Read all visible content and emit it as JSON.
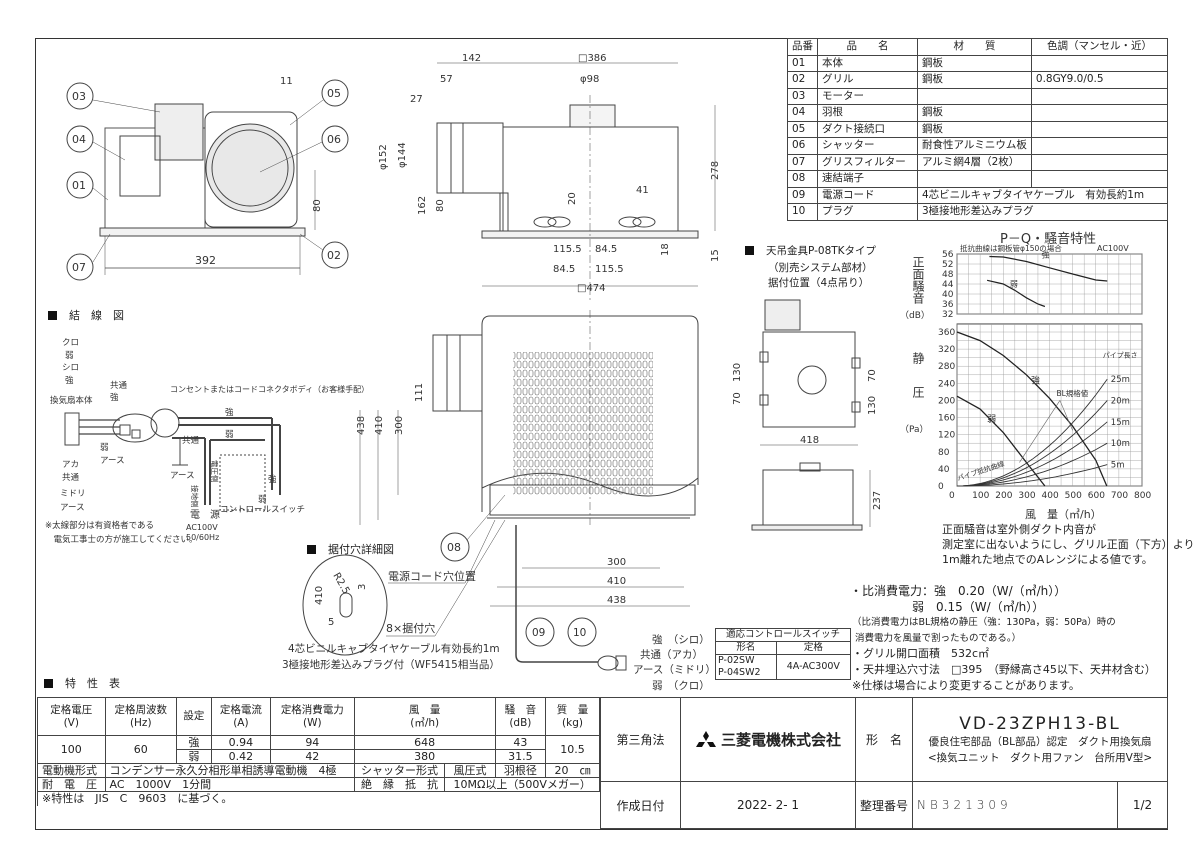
{
  "parts_table": {
    "headers": [
      "品番",
      "品　　名",
      "材　　質",
      "色調（マンセル・近）"
    ],
    "rows": [
      [
        "01",
        "本体",
        "鋼板",
        ""
      ],
      [
        "02",
        "グリル",
        "鋼板",
        "0.8GY9.0/0.5"
      ],
      [
        "03",
        "モーター",
        "",
        ""
      ],
      [
        "04",
        "羽根",
        "鋼板",
        ""
      ],
      [
        "05",
        "ダクト接続口",
        "鋼板",
        ""
      ],
      [
        "06",
        "シャッター",
        "耐食性アルミニウム板",
        ""
      ],
      [
        "07",
        "グリスフィルター",
        "アルミ網4層（2枚）",
        ""
      ],
      [
        "08",
        "速結端子",
        "",
        ""
      ],
      [
        "09",
        "電源コード",
        "4芯ビニルキャブタイヤケーブル　有効長約1m",
        ""
      ],
      [
        "10",
        "プラグ",
        "3極接地形差込みプラグ",
        ""
      ]
    ]
  },
  "spec_section_title": "特　性　表",
  "spec_table": {
    "headers": [
      "定格電圧\n(V)",
      "定格周波数\n(Hz)",
      "設定",
      "定格電流\n(A)",
      "定格消費電力\n(W)",
      "風　量\n(㎥/h)",
      "騒　音\n(dB)",
      "質　量\n(kg)"
    ],
    "voltage": "100",
    "frequency": "60",
    "mass": "10.5",
    "rows": [
      {
        "setting": "強",
        "current": "0.94",
        "power": "94",
        "airflow": "648",
        "noise": "43"
      },
      {
        "setting": "弱",
        "current": "0.42",
        "power": "42",
        "airflow": "380",
        "noise": "31.5"
      }
    ],
    "motor_label": "電動機形式",
    "motor_value": "コンデンサー永久分相形単相誘導電動機　4極",
    "shutter_label": "シャッター形式",
    "shutter_value": "風圧式",
    "blade_label": "羽根径",
    "blade_value": "20　㎝",
    "withstand_label": "耐　電　圧",
    "withstand_value": "AC　1000V　1分間",
    "insulation_label": "絶　縁　抵　抗",
    "insulation_value": "10MΩ以上（500Vメガー）",
    "note": "※特性は　JIS　C　9603　に基づく。"
  },
  "title_block": {
    "projection": "第三角法",
    "company": "三菱電機株式会社",
    "model_label": "形　名",
    "model": "VD-23ZPH13-BL",
    "desc1": "優良住宅部品（BL部品）認定　ダクト用換気扇",
    "desc2": "<換気ユニット　ダクト用ファン　台所用Ⅴ型>",
    "date_label": "作成日付",
    "date": "2022- 2- 1",
    "number_label": "整理番号",
    "number": "NB321309",
    "page": "1/2"
  },
  "callouts": [
    "01",
    "02",
    "03",
    "04",
    "05",
    "06",
    "07",
    "08",
    "09",
    "10"
  ],
  "dims": {
    "side_392": "392",
    "side_11": "11",
    "side_80": "80",
    "d142": "142",
    "d386": "□386",
    "d98": "φ98",
    "d57": "57",
    "d27": "27",
    "d152": "φ152",
    "d144": "φ144",
    "d162": "162",
    "d80": "80",
    "d278": "278",
    "d20": "20",
    "d41": "41",
    "d18": "18",
    "d15": "15",
    "d115a": "115.5",
    "d845a": "84.5",
    "d845b": "84.5",
    "d115b": "115.5",
    "d474": "□474",
    "b438": "438",
    "b410": "410",
    "b300": "300",
    "b111": "111",
    "h300": "300",
    "h410": "410",
    "h438": "438",
    "r70a": "70",
    "r130a": "130",
    "r70b": "70",
    "r130b": "130",
    "r418": "418",
    "r237": "237",
    "hole_r": "R2.5",
    "hole_410": "410",
    "hole_3": "3",
    "hole_5": "5"
  },
  "wiring": {
    "title": "結　線　図",
    "labels": [
      "クロ",
      "弱",
      "シロ",
      "強",
      "換気扇本体",
      "共通",
      "強",
      "弱",
      "アース",
      "アカ",
      "共通",
      "ミドリ",
      "アース",
      "コンセントまたはコードコネクタボディ（お客様手配）",
      "強",
      "弱",
      "共通",
      "強",
      "弱",
      "アース",
      "接地側",
      "電圧側",
      "コントロールスイッチ",
      "電　源",
      "AC100V",
      "50/60Hz"
    ],
    "note1": "※太線部分は有資格者である",
    "note2": "　電気工事士の方が施工してください。"
  },
  "hanger": {
    "title": "天吊金具P-08TKタイプ",
    "sub1": "（別売システム部材）",
    "sub2": "据付位置（4点吊り）"
  },
  "hole_detail": {
    "title": "据付穴詳細図",
    "cord_hole": "電源コード穴位置",
    "mount_holes": "8×据付穴"
  },
  "cord": {
    "line1": "4芯ビニルキャブタイヤケーブル有効長約1m",
    "line2": "3極接地形差込みプラグ付（WF5415相当品）",
    "plug_labels": [
      "強　（シロ）",
      "共通（アカ）",
      "アース（ミドリ）",
      "弱　（クロ）"
    ]
  },
  "switch_table": {
    "title": "適応コントロールスイッチ",
    "h1": "形名",
    "h2": "定格",
    "model1": "P-02SW",
    "model2": "P-04SW2",
    "rating": "4A-AC300V"
  },
  "notes": {
    "noise1": "正面騒音は室外側ダクト内音が",
    "noise2": "測定室に出ないようにし、グリル正面（下方）より",
    "noise3": "1m離れた地点でのAレンジによる値です。",
    "sp1": "・比消費電力：強　0.20（W/（㎥/h））",
    "sp2": "弱　0.15（W/（㎥/h））",
    "sp3": "（比消費電力はBL規格の静圧（強：130Pa，弱：50Pa）時の",
    "sp4": "消費電力を風量で割ったものである。）",
    "grill": "・グリル開口面積　532c㎡",
    "ceiling": "・天井埋込穴寸法　□395　（野縁高さ45以下、天井材含む）",
    "change": "※仕様は場合により変更することがあります。"
  },
  "chart_data": {
    "type": "line",
    "title": "P－Q・騒音特性",
    "subtitle": "抵抗曲線は鋼板管φ150の場合",
    "voltage": "AC100V",
    "xlabel": "風　量（㎥/h）",
    "x_ticks": [
      "0",
      "100",
      "200",
      "300",
      "400",
      "500",
      "600",
      "700",
      "800"
    ],
    "xlim": [
      0,
      800
    ],
    "noise": {
      "ylabel": "正面騒音",
      "yunit": "（dB）",
      "ylim": [
        32,
        56
      ],
      "y_ticks": [
        "56",
        "52",
        "48",
        "44",
        "40",
        "36",
        "32"
      ],
      "series": [
        {
          "name": "強",
          "x": [
            140,
            200,
            300,
            400,
            500,
            600,
            650
          ],
          "y": [
            55,
            54.8,
            53,
            50.5,
            48,
            45.6,
            45.2
          ]
        },
        {
          "name": "弱",
          "x": [
            130,
            200,
            250,
            300,
            350,
            380
          ],
          "y": [
            45.5,
            44,
            41.5,
            38.5,
            36,
            35
          ]
        }
      ]
    },
    "pq": {
      "ylabel": "静　圧",
      "yunit": "（Pa）",
      "ylim": [
        0,
        380
      ],
      "y_ticks": [
        "360",
        "320",
        "280",
        "240",
        "200",
        "160",
        "120",
        "80",
        "40",
        "0"
      ],
      "series": [
        {
          "name": "強",
          "x": [
            0,
            100,
            200,
            300,
            400,
            500,
            600,
            648
          ],
          "y": [
            360,
            340,
            305,
            260,
            205,
            140,
            60,
            0
          ]
        },
        {
          "name": "弱",
          "x": [
            0,
            100,
            200,
            300,
            380
          ],
          "y": [
            210,
            180,
            125,
            55,
            0
          ]
        }
      ],
      "pipe_curves_title": "パイプ長さ",
      "pipe_curves": [
        {
          "name": "25m",
          "y_at_650": 250
        },
        {
          "name": "20m",
          "y_at_650": 200
        },
        {
          "name": "15m",
          "y_at_650": 150
        },
        {
          "name": "10m",
          "y_at_650": 100
        },
        {
          "name": "5m",
          "y_at_650": 50
        }
      ],
      "bl_label": "BL規格値",
      "pipe_label": "パイプ抵抗曲線"
    }
  }
}
